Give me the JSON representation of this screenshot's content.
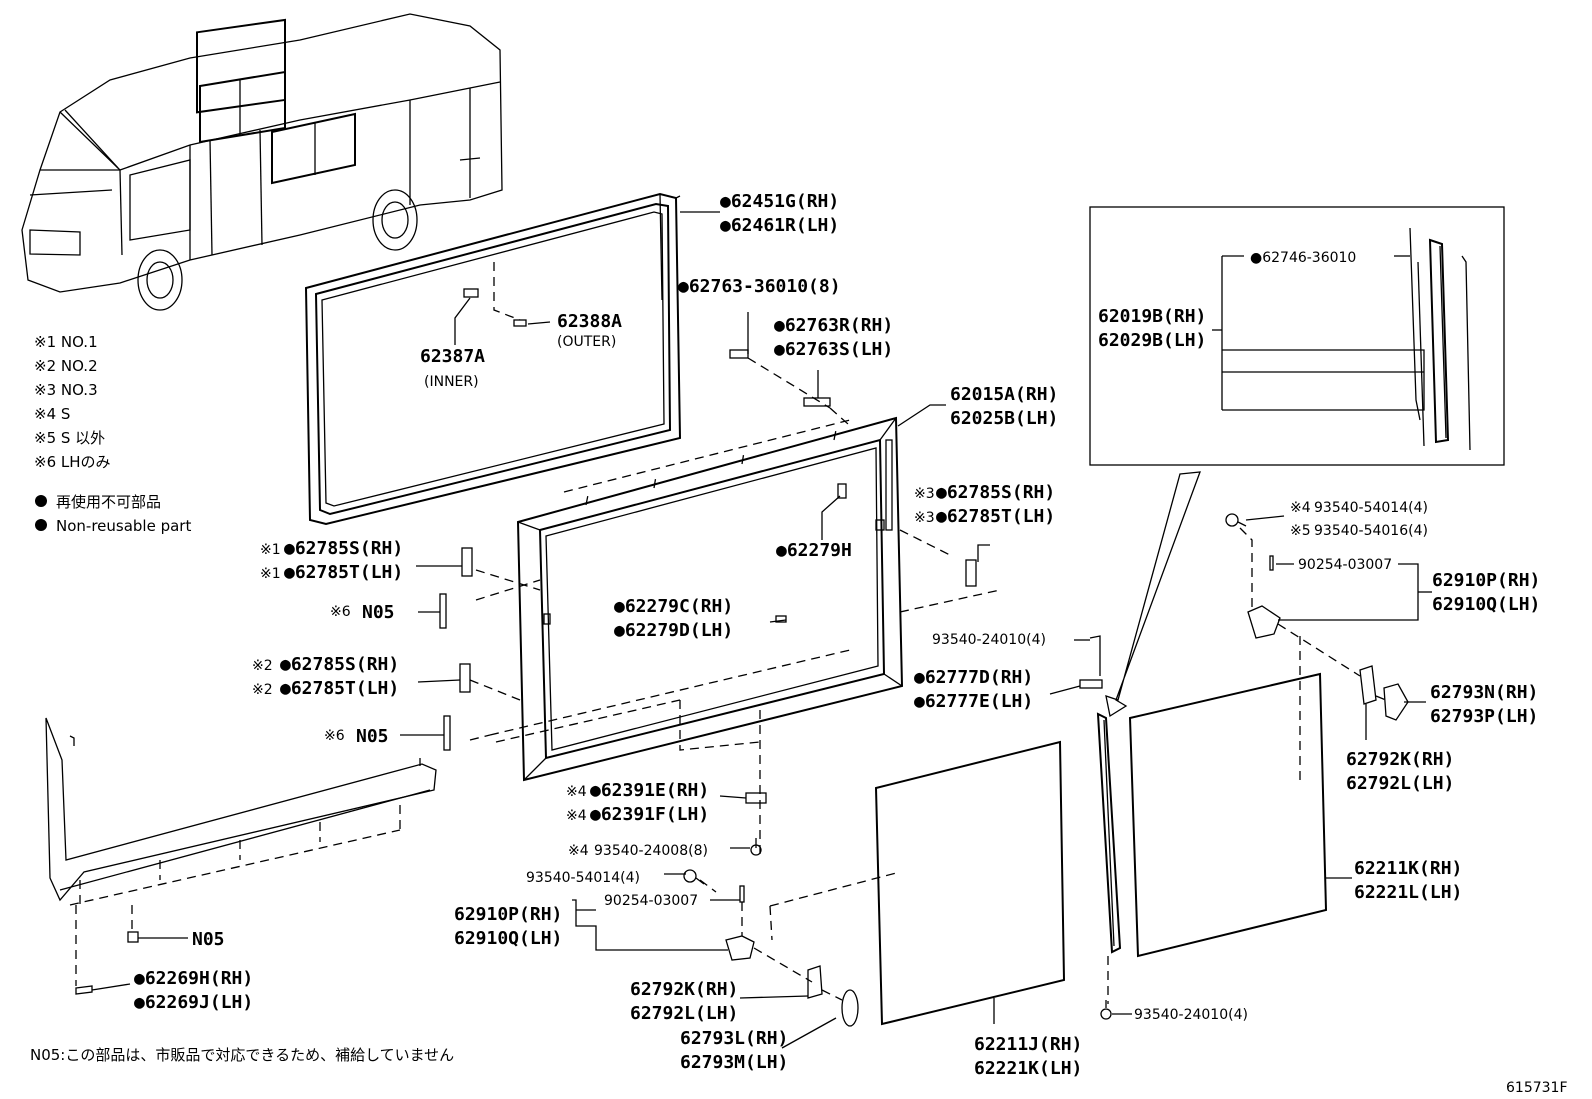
{
  "legend": {
    "notes": [
      "※1 NO.1",
      "※2 NO.2",
      "※3 NO.3",
      "※4 S",
      "※5 S 以外",
      "※6 LHのみ"
    ],
    "nonreusable_ja": "再使用不可部品",
    "nonreusable_en": "Non-reusable part"
  },
  "footnote": "N05:この部品は、市販品で対応できるため、補給していません",
  "figure_id": "615731F",
  "labels": {
    "l62451G": "●62451G(RH)",
    "l62461R": "●62461R(LH)",
    "l62763_36010": "●62763-36010(8)",
    "l62388A": "62388A",
    "l62388A_sub": "(OUTER)",
    "l62387A": "62387A",
    "l62387A_sub": "(INNER)",
    "l62763R": "●62763R(RH)",
    "l62763S": "●62763S(LH)",
    "l62015A": "62015A(RH)",
    "l62025B": "62025B(LH)",
    "l62785S_3": "●62785S(RH)",
    "l62785T_3": "●62785T(LH)",
    "n3a": "※3",
    "n3b": "※3",
    "l62279H": "●62279H",
    "l62785S_1": "●62785S(RH)",
    "l62785T_1": "●62785T(LH)",
    "n1a": "※1",
    "n1b": "※1",
    "l_n05_a": "N05",
    "n6a": "※6",
    "l62279C": "●62279C(RH)",
    "l62279D": "●62279D(LH)",
    "l93540_24010_a": "93540-24010(4)",
    "l62785S_2": "●62785S(RH)",
    "l62785T_2": "●62785T(LH)",
    "n2a": "※2",
    "n2b": "※2",
    "l62777D": "●62777D(RH)",
    "l62777E": "●62777E(LH)",
    "l_n05_b": "N05",
    "n6b": "※6",
    "l62391E": "●62391E(RH)",
    "l62391F": "●62391F(LH)",
    "n4a": "※4",
    "n4b": "※4",
    "l93540_24008": "93540-24008(8)",
    "n4c": "※4",
    "l93540_54014_a": "93540-54014(4)",
    "l90254_a": "90254-03007",
    "l62910P_a": "62910P(RH)",
    "l62910Q_a": "62910Q(LH)",
    "l_n05_c": "N05",
    "l62269H": "●62269H(RH)",
    "l62269J": "●62269J(LH)",
    "l62792K_a": "62792K(RH)",
    "l62792L_a": "62792L(LH)",
    "l62793L": "62793L(RH)",
    "l62793M": "62793M(LH)",
    "l62211J": "62211J(RH)",
    "l62221K_b": "62221K(LH)",
    "l93540_24010_b": "93540-24010(4)",
    "l62211K": "62211K(RH)",
    "l62221L": "62221L(LH)",
    "l62792K_b": "62792K(RH)",
    "l62792L_b": "62792L(LH)",
    "l62793N": "62793N(RH)",
    "l62793P": "62793P(LH)",
    "l62910P_b": "62910P(RH)",
    "l62910Q_b": "62910Q(LH)",
    "l90254_b": "90254-03007",
    "l93540_54014_b": "93540-54014(4)",
    "l93540_54016": "93540-54016(4)",
    "n4d": "※4",
    "n5a": "※5",
    "l62746": "●62746-36010",
    "l62019B": "62019B(RH)",
    "l62029B": "62029B(LH)"
  }
}
